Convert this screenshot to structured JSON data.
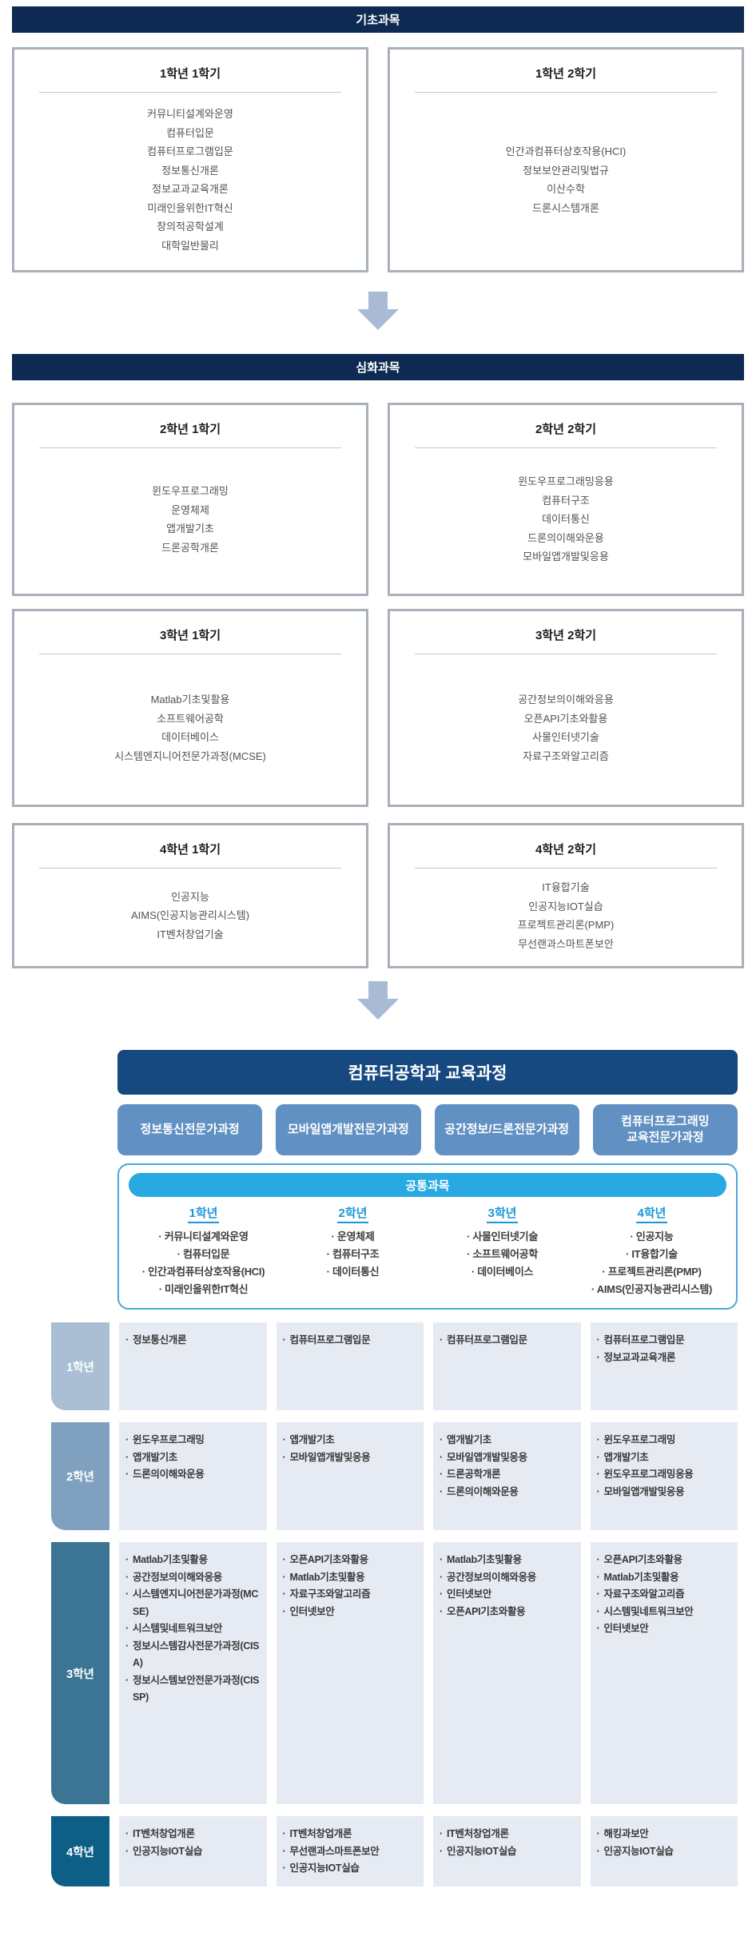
{
  "basic_section": {
    "header": "기초과목",
    "boxes": [
      {
        "title": "1학년 1학기",
        "courses": [
          "커뮤니티설계와운영",
          "컴퓨터입문",
          "컴퓨터프로그램입문",
          "정보통신개론",
          "정보교과교육개론",
          "미래인을위한IT혁신",
          "창의적공학설계",
          "대학일반물리"
        ]
      },
      {
        "title": "1학년 2학기",
        "courses": [
          "인간과컴퓨터상호작용(HCI)",
          "정보보안관리및법규",
          "이산수학",
          "드론시스템개론"
        ]
      }
    ]
  },
  "advanced_section": {
    "header": "심화과목",
    "boxes": [
      {
        "title": "2학년 1학기",
        "courses": [
          "윈도우프로그래밍",
          "운영체제",
          "앱개발기초",
          "드론공학개론"
        ]
      },
      {
        "title": "2학년 2학기",
        "courses": [
          "윈도우프로그래밍응용",
          "컴퓨터구조",
          "데이터통신",
          "드론의이해와운용",
          "모바일앱개발및응용"
        ]
      },
      {
        "title": "3학년 1학기",
        "courses": [
          "Matlab기초및활용",
          "소프트웨어공학",
          "데이터베이스",
          "시스템엔지니어전문가과정(MCSE)"
        ]
      },
      {
        "title": "3학년 2학기",
        "courses": [
          "공간정보의이해와응용",
          "오픈API기초와활용",
          "사물인터넷기술",
          "자료구조와알고리즘"
        ]
      },
      {
        "title": "4학년 1학기",
        "courses": [
          "인공지능",
          "AIMS(인공지능관리시스템)",
          "IT벤처창업기술"
        ]
      },
      {
        "title": "4학년 2학기",
        "courses": [
          "IT융합기술",
          "인공지능IOT실습",
          "프로젝트관리론(PMP)",
          "무선랜과스마트폰보안"
        ]
      }
    ]
  },
  "curriculum_section": {
    "title": "컴퓨터공학과 교육과정",
    "tracks": [
      [
        "정보통신전문가과정"
      ],
      [
        "모바일앱개발전문가과정"
      ],
      [
        "공간정보/드론전문가과정"
      ],
      [
        "컴퓨터프로그래밍",
        "교육전문가과정"
      ]
    ],
    "common": {
      "header": "공통과목",
      "columns": [
        {
          "year": "1학년",
          "courses": [
            "커뮤니티설계와운영",
            "컴퓨터입문",
            "인간과컴퓨터상호작용(HCI)",
            "미래인을위한IT혁신"
          ]
        },
        {
          "year": "2학년",
          "courses": [
            "운영체제",
            "컴퓨터구조",
            "데이터통신"
          ]
        },
        {
          "year": "3학년",
          "courses": [
            "사물인터넷기술",
            "소프트웨어공학",
            "데이터베이스"
          ]
        },
        {
          "year": "4학년",
          "courses": [
            "인공지능",
            "IT융합기술",
            "프로젝트관리론(PMP)",
            "AIMS(인공지능관리시스템)"
          ]
        }
      ]
    },
    "grid": {
      "rows": [
        {
          "label": "1학년",
          "cells": [
            [
              "정보통신개론"
            ],
            [
              "컴퓨터프로그램입문"
            ],
            [
              "컴퓨터프로그램입문"
            ],
            [
              "컴퓨터프로그램입문",
              "정보교과교육개론"
            ]
          ]
        },
        {
          "label": "2학년",
          "cells": [
            [
              "윈도우프로그래밍",
              "앱개발기초",
              "드론의이해와운용"
            ],
            [
              "앱개발기초",
              "모바일앱개발및응용"
            ],
            [
              "앱개발기초",
              "모바일앱개발및응용",
              "드론공학개론",
              "드론의이해와운용"
            ],
            [
              "윈도우프로그래밍",
              "앱개발기초",
              "윈도우프로그래밍응용",
              "모바일앱개발및응용"
            ]
          ]
        },
        {
          "label": "3학년",
          "cells": [
            [
              "Matlab기초및활용",
              "공간정보의이해와응용",
              "시스템엔지니어전문가과정(MCSE)",
              "시스템및네트워크보안",
              "정보시스템감사전문가과정(CISA)",
              "정보시스템보안전문가과정(CISSP)"
            ],
            [
              "오픈API기초와활용",
              "Matlab기초및활용",
              "자료구조와알고리즘",
              "인터넷보안"
            ],
            [
              "Matlab기초및활용",
              "공간정보의이해와응용",
              "인터넷보안",
              "오픈API기초와활용"
            ],
            [
              "오픈API기초와활용",
              "Matlab기초및활용",
              "자료구조와알고리즘",
              "시스템및네트워크보안",
              "인터넷보안"
            ]
          ]
        },
        {
          "label": "4학년",
          "cells": [
            [
              "IT벤처창업개론",
              "인공지능IOT실습"
            ],
            [
              "IT벤처창업개론",
              "무선랜과스마트폰보안",
              "인공지능IOT실습"
            ],
            [
              "IT벤처창업개론",
              "인공지능IOT실습"
            ],
            [
              "해킹과보안",
              "인공지능IOT실습"
            ]
          ]
        }
      ]
    }
  },
  "colors": {
    "header_navy": "#0e2a52",
    "title_blue": "#15497f",
    "track_blue": "#6190c2",
    "bright_blue": "#29a9e1",
    "panel_border_blue": "#49a8dc",
    "cell_bg": "#e6ebf3",
    "arrow_blue": "#a9bbd4",
    "row_label_colors": [
      "#aabfd4",
      "#7fa0bf",
      "#3b7593",
      "#0d5f88"
    ]
  }
}
